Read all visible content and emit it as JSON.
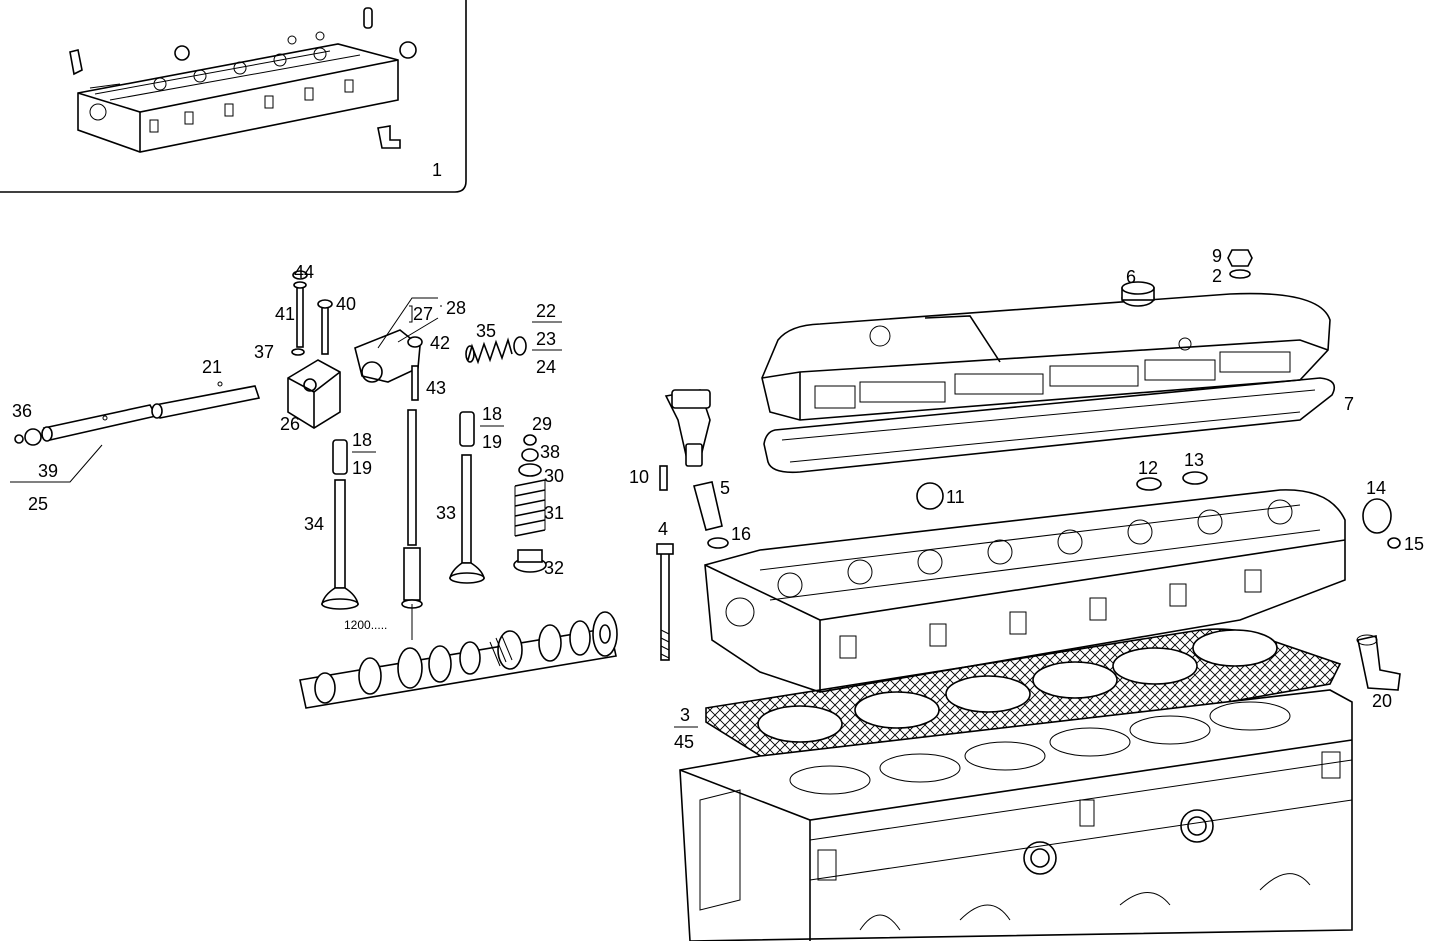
{
  "labels": {
    "l1": "1",
    "l2": "2",
    "l3": "3",
    "l4": "4",
    "l5": "5",
    "l6": "6",
    "l7": "7",
    "l9": "9",
    "l10": "10",
    "l11": "11",
    "l12": "12",
    "l13": "13",
    "l14": "14",
    "l15": "15",
    "l16": "16",
    "l18a": "18",
    "l19a": "19",
    "l18b": "18",
    "l19b": "19",
    "l20": "20",
    "l21": "21",
    "l22": "22",
    "l23": "23",
    "l24": "24",
    "l25": "25",
    "l26": "26",
    "l27": "27",
    "l28": "28",
    "l29": "29",
    "l30": "30",
    "l31": "31",
    "l32": "32",
    "l33": "33",
    "l34": "34",
    "l35": "35",
    "l36": "36",
    "l37": "37",
    "l38": "38",
    "l39": "39",
    "l40": "40",
    "l41": "41",
    "l42": "42",
    "l43": "43",
    "l44": "44",
    "l45": "45",
    "l1200": "1200....."
  }
}
